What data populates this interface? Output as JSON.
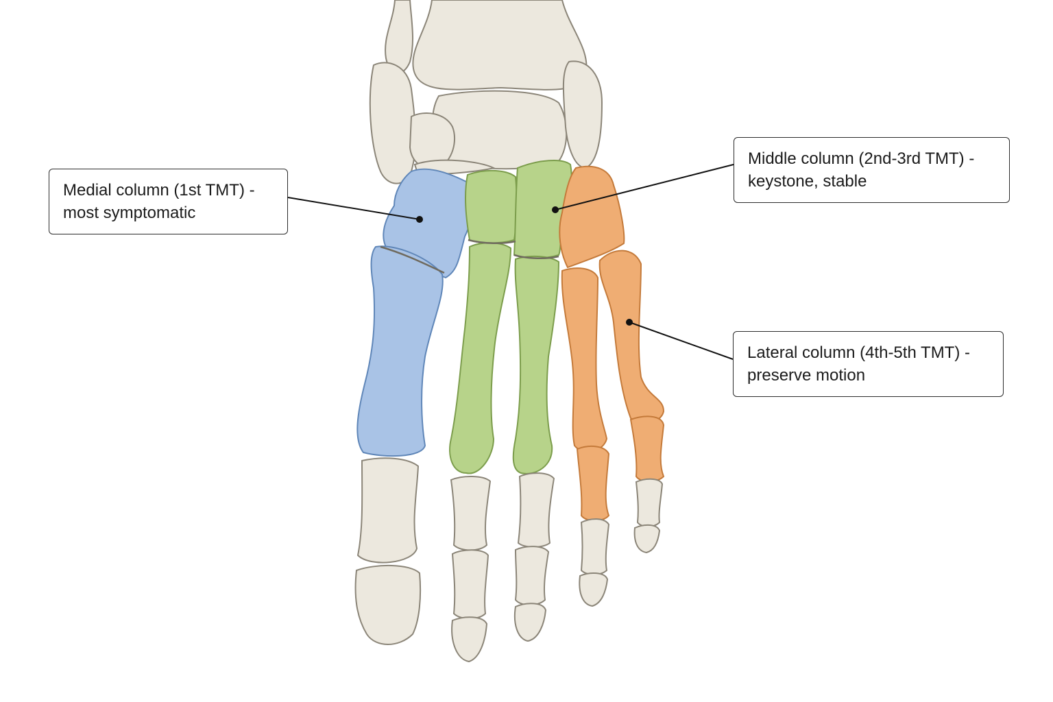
{
  "colors": {
    "medial": "#a9c3e6",
    "middle": "#b7d38a",
    "lateral": "#efad73",
    "bone": "#ece8de"
  },
  "labels": {
    "medial": {
      "line1": "Medial column (1st TMT) -",
      "line2": "most symptomatic"
    },
    "middle": {
      "line1": "Middle column (2nd-3rd TMT) -",
      "line2": "keystone, stable"
    },
    "lateral": {
      "line1": "Lateral column (4th-5th TMT) -",
      "line2": "preserve motion"
    }
  }
}
